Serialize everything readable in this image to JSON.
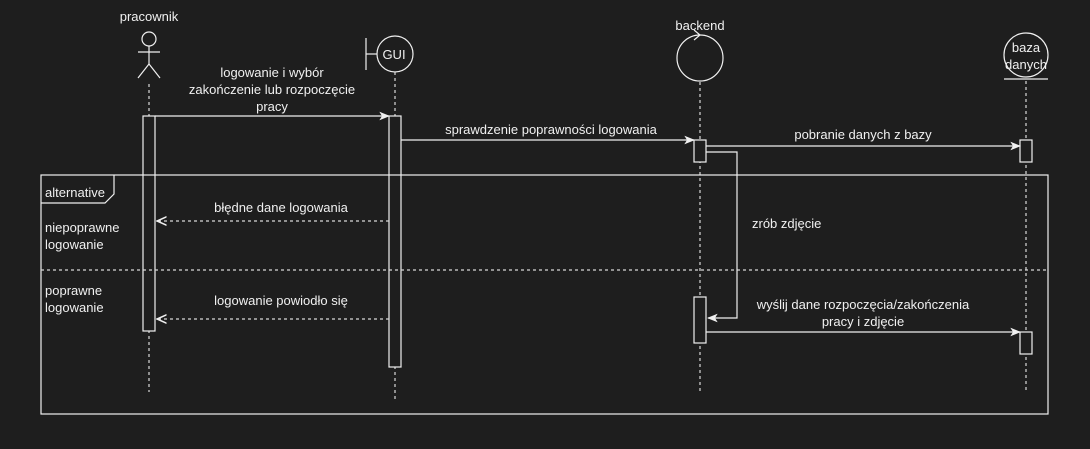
{
  "colors": {
    "background": "#1e1e1e",
    "stroke": "#f0f0f0"
  },
  "participants": [
    {
      "id": "worker",
      "label": "pracownik",
      "kind": "actor"
    },
    {
      "id": "gui",
      "label": "GUI",
      "kind": "boundary"
    },
    {
      "id": "backend",
      "label": "backend",
      "kind": "control"
    },
    {
      "id": "db",
      "label_line1": "baza",
      "label_line2": "danych",
      "kind": "entity"
    }
  ],
  "messages": {
    "login": {
      "line1": "logowanie i wybór",
      "line2": "zakończenie lub rozpoczęcie",
      "line3": "pracy"
    },
    "validate": "sprawdzenie poprawności logowania",
    "fetch": "pobranie danych z bazy",
    "photo": "zrób zdjęcie",
    "bad_login": "błędne dane logowania",
    "login_ok": "logowanie powiodło się",
    "send": {
      "line1": "wyślij dane rozpoczęcia/zakończenia",
      "line2": "pracy i zdjęcie"
    }
  },
  "fragment": {
    "label": "alternative",
    "guard1": {
      "line1": "niepoprawne",
      "line2": "logowanie"
    },
    "guard2": {
      "line1": "poprawne",
      "line2": "logowanie"
    }
  }
}
